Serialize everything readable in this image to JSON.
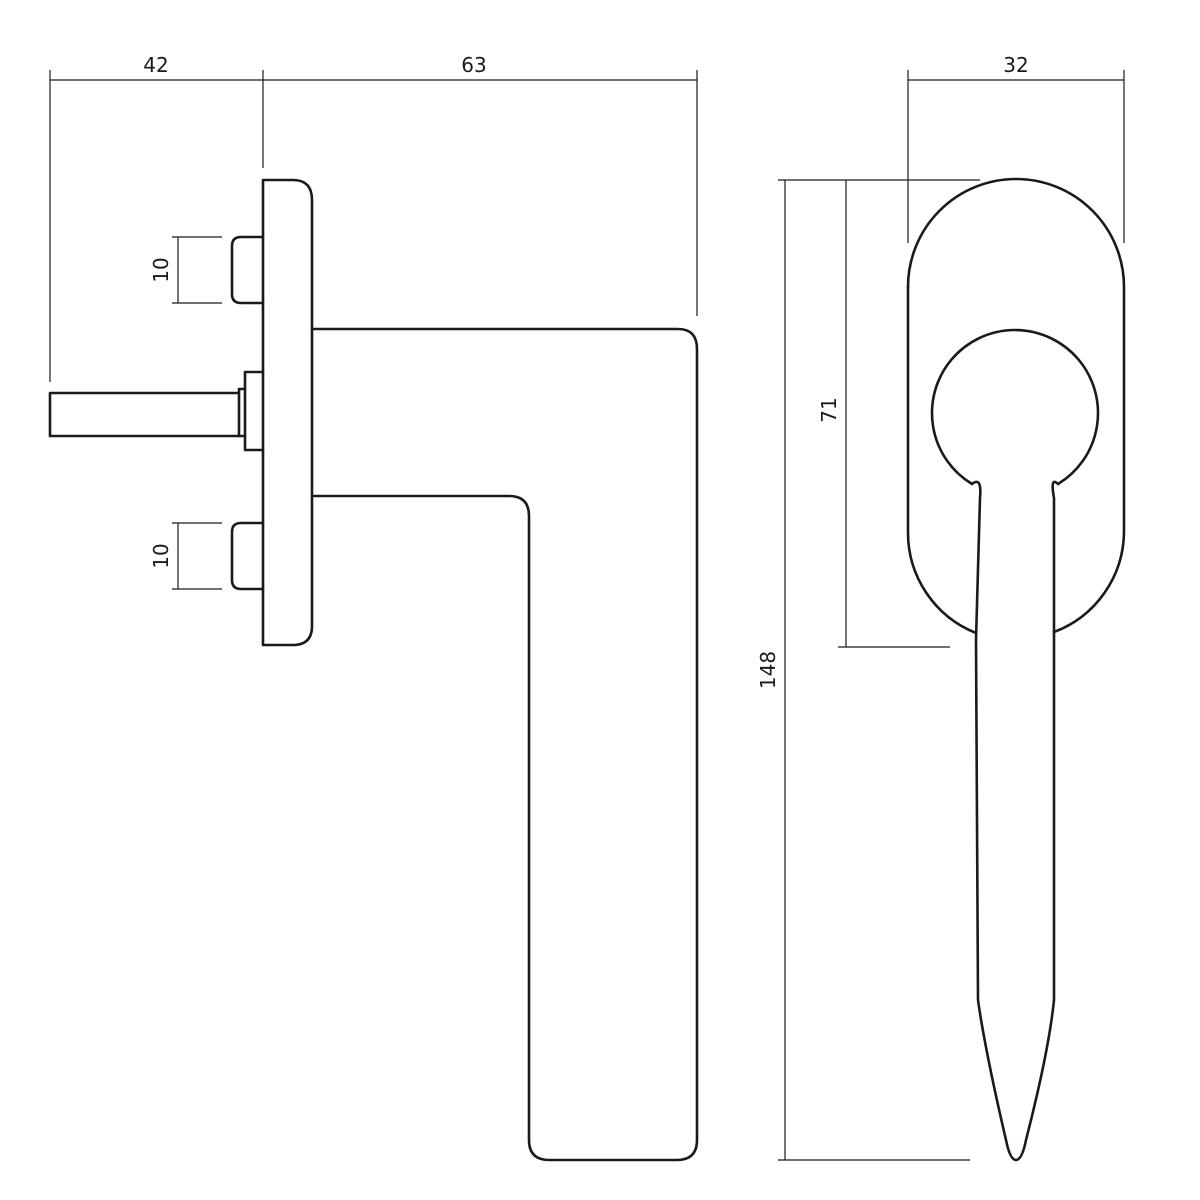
{
  "drawing": {
    "dimensions": {
      "spindle_length": "42",
      "handle_projection": "63",
      "rosette_width": "32",
      "overall_height": "148",
      "rosette_height": "71",
      "screw_upper": "10",
      "screw_lower": "10"
    },
    "colors": {
      "line": "#1a1a1a",
      "background": "#ffffff"
    }
  }
}
